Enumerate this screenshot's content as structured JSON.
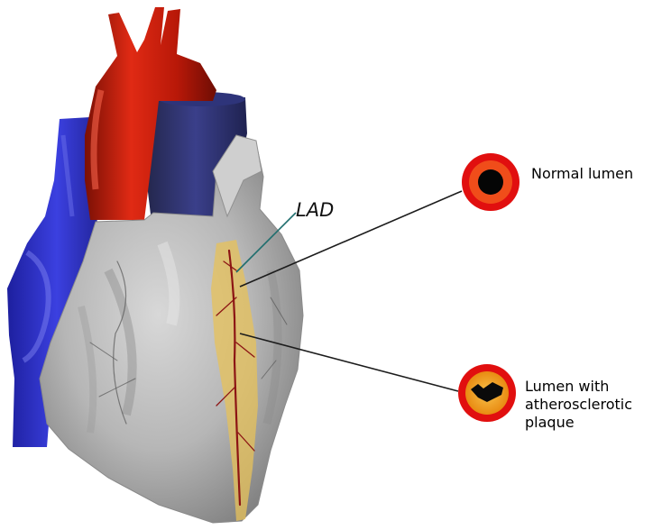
{
  "labels": {
    "lad": "LAD",
    "normal_lumen": "Normal lumen",
    "plaque_lumen_line1": "Lumen with",
    "plaque_lumen_line2": "atherosclerotic",
    "plaque_lumen_line3": "plaque"
  },
  "colors": {
    "aorta": "#c81e0c",
    "vena_cava": "#2b2fc8",
    "myocardium": "#b9b9b9",
    "artery": "#8c1414",
    "fat": "#e7c15a",
    "lumen_ring": "#e10f0f",
    "plaque": "#f4a21a",
    "pointer_line": "#1c1c1c",
    "lad_pointer": "#1f6e6e"
  }
}
